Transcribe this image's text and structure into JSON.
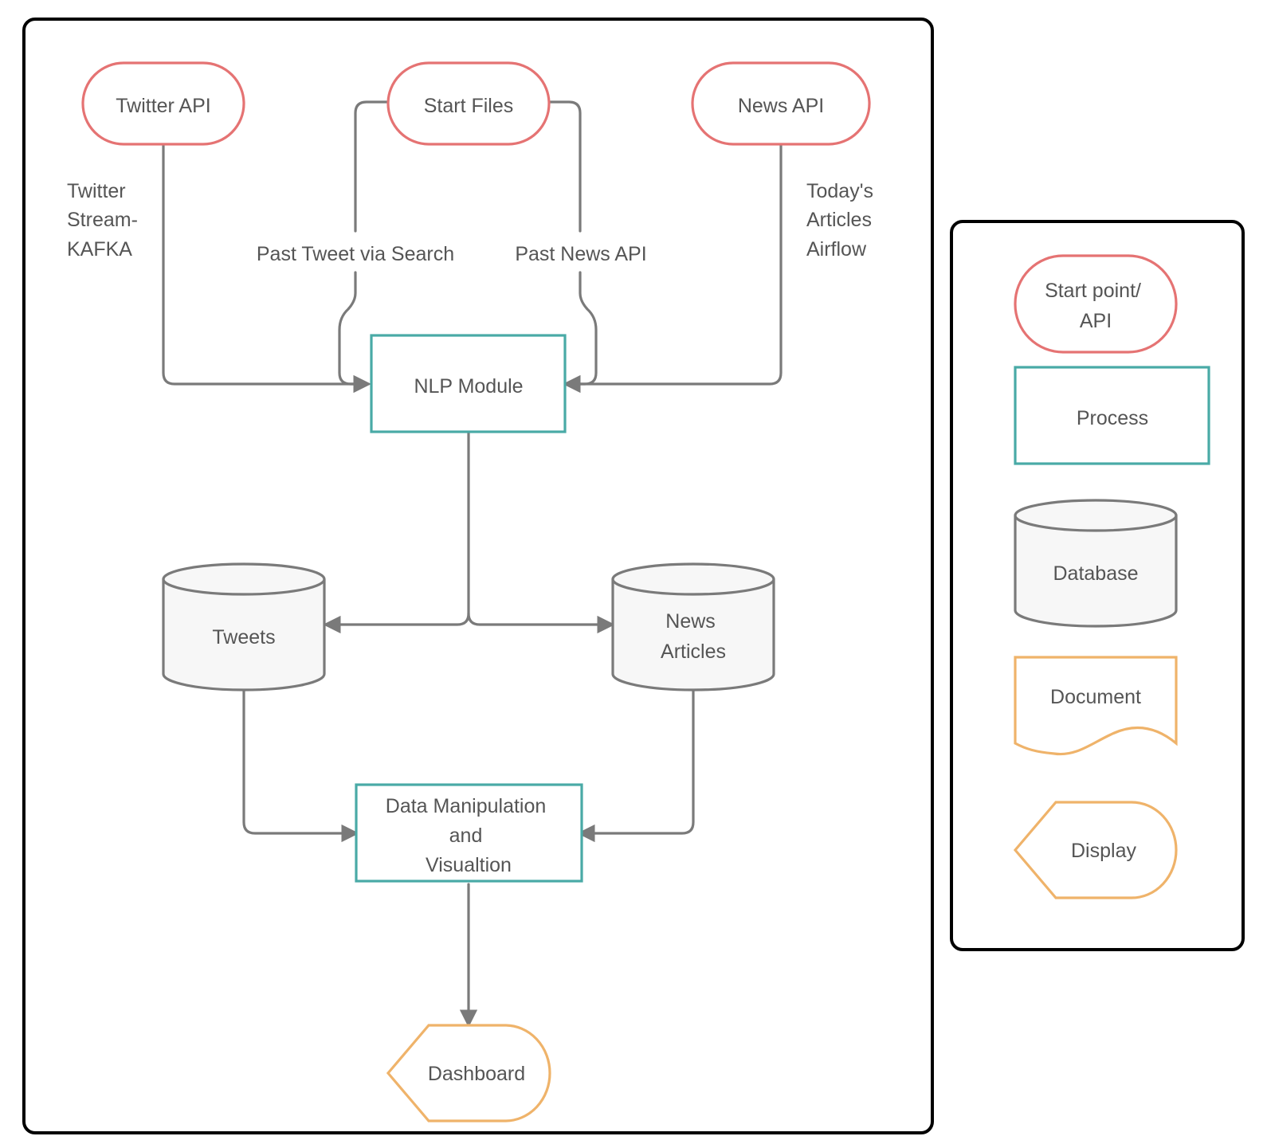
{
  "colors": {
    "terminal_stroke": "#e57373",
    "process_stroke": "#49aaa6",
    "database_stroke": "#7a7a7a",
    "display_stroke": "#efb36a",
    "connector": "#7a7a7a",
    "text": "#555555",
    "frame": "#000000"
  },
  "nodes": {
    "twitter_api": {
      "label": "Twitter API",
      "kind": "start-point"
    },
    "start_files": {
      "label": "Start Files",
      "kind": "start-point"
    },
    "news_api": {
      "label": "News API",
      "kind": "start-point"
    },
    "nlp_module": {
      "label": "NLP Module",
      "kind": "process"
    },
    "tweets": {
      "label": "Tweets",
      "kind": "database"
    },
    "news_articles": {
      "lines": [
        "News",
        "Articles"
      ],
      "kind": "database"
    },
    "data_manipulation": {
      "lines": [
        "Data Manipulation",
        "and",
        "Visualtion"
      ],
      "kind": "process"
    },
    "dashboard": {
      "label": "Dashboard",
      "kind": "display"
    }
  },
  "edge_labels": {
    "twitter_stream": [
      "Twitter",
      "Stream-",
      "KAFKA"
    ],
    "past_tweet": "Past Tweet via Search",
    "past_news": "Past News API",
    "todays_articles": [
      "Today's",
      "Articles",
      "Airflow"
    ]
  },
  "edges": [
    {
      "from": "twitter_api",
      "to": "nlp_module",
      "label": "twitter_stream"
    },
    {
      "from": "start_files",
      "to": "nlp_module",
      "label": "past_tweet"
    },
    {
      "from": "start_files",
      "to": "nlp_module",
      "label": "past_news"
    },
    {
      "from": "news_api",
      "to": "nlp_module",
      "label": "todays_articles"
    },
    {
      "from": "nlp_module",
      "to": "tweets"
    },
    {
      "from": "nlp_module",
      "to": "news_articles"
    },
    {
      "from": "tweets",
      "to": "data_manipulation"
    },
    {
      "from": "news_articles",
      "to": "data_manipulation"
    },
    {
      "from": "data_manipulation",
      "to": "dashboard"
    }
  ],
  "legend": {
    "start_point": [
      "Start point/",
      "API"
    ],
    "process": "Process",
    "database": "Database",
    "document": "Document",
    "display": "Display"
  }
}
